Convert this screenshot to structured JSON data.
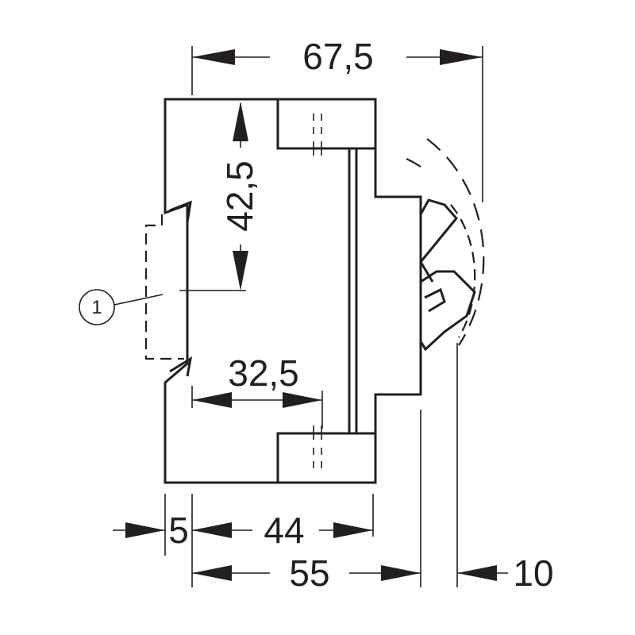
{
  "dimensions": {
    "overall_width": "67,5",
    "height_to_rail": "42,5",
    "rail_to_front": "32,5",
    "rail_offset": "5",
    "body_depth": "44",
    "total_depth": "55",
    "lever_travel": "10"
  },
  "callouts": {
    "rail_marker": "1"
  }
}
